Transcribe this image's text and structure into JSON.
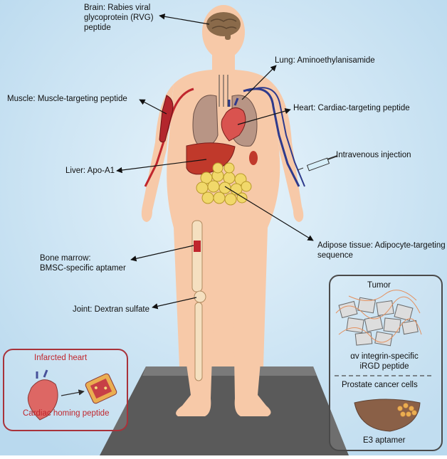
{
  "labels": {
    "brain": [
      "Brain: Rabies viral",
      "glycoprotein (RVG)",
      "peptide"
    ],
    "lung": "Lung: Aminoethylanisamide",
    "muscle": "Muscle: Muscle-targeting peptide",
    "heart": "Heart: Cardiac-targeting peptide",
    "injection": "Intravenous injection",
    "liver": "Liver: Apo-A1",
    "adipose": [
      "Adipose tissue: Adipocyte-targeting",
      "sequence"
    ],
    "bone_marrow": [
      "Bone marrow:",
      "BMSC-specific aptamer"
    ],
    "joint": "Joint: Dextran sulfate"
  },
  "infarct_box": {
    "title": "Infarcted heart",
    "caption": "Cardiac homing peptide"
  },
  "tumor_box": {
    "title": "Tumor",
    "peptide": [
      "αv integrin-specific",
      "iRGD peptide"
    ],
    "prostate_title": "Prostate cancer cells",
    "aptamer": "E3 aptamer"
  },
  "colors": {
    "background": "#cfe6f4",
    "skin": "#f7c9a8",
    "accent_red": "#c0262d",
    "vein": "#2e3a8c"
  }
}
